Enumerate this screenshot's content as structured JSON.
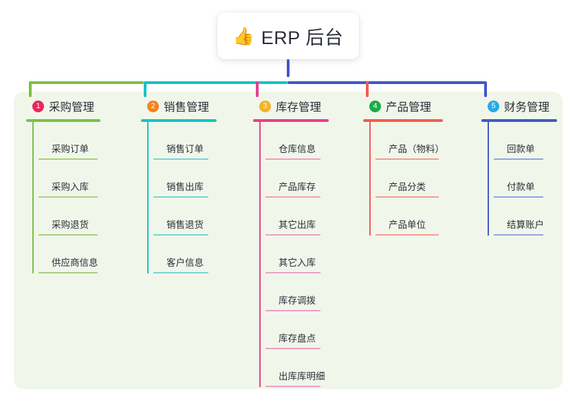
{
  "diagram": {
    "type": "mind-map",
    "background_color": "#ffffff",
    "panel_color": "#f0f7ea",
    "root": {
      "icon": "thumbs-up-icon",
      "emoji": "👍",
      "title": "ERP 后台"
    },
    "branches": [
      {
        "number": "1",
        "badge_color": "#e8295c",
        "line_color": "#7ac143",
        "leaf_line_color": "#a9cf80",
        "title": "采购管理",
        "items": [
          "采购订单",
          "采购入库",
          "采购退货",
          "供应商信息"
        ]
      },
      {
        "number": "2",
        "badge_color": "#f58220",
        "line_color": "#17c3c3",
        "leaf_line_color": "#79d4d2",
        "title": "销售管理",
        "items": [
          "销售订单",
          "销售出库",
          "销售退货",
          "客户信息"
        ]
      },
      {
        "number": "3",
        "badge_color": "#f5b323",
        "line_color": "#ea3d8d",
        "leaf_line_color": "#eda0c4",
        "title": "库存管理",
        "items": [
          "仓库信息",
          "产品库存",
          "其它出库",
          "其它入库",
          "库存调拨",
          "库存盘点",
          "出库库明细"
        ]
      },
      {
        "number": "4",
        "badge_color": "#1aab4b",
        "line_color": "#f45b51",
        "leaf_line_color": "#f79a93",
        "title": "产品管理",
        "items": [
          "产品（物料）",
          "产品分类",
          "产品单位"
        ]
      },
      {
        "number": "5",
        "badge_color": "#29abe2",
        "line_color": "#4058c8",
        "leaf_line_color": "#93a4de",
        "title": "财务管理",
        "items": [
          "回款单",
          "付款单",
          "结算账户"
        ]
      }
    ]
  }
}
